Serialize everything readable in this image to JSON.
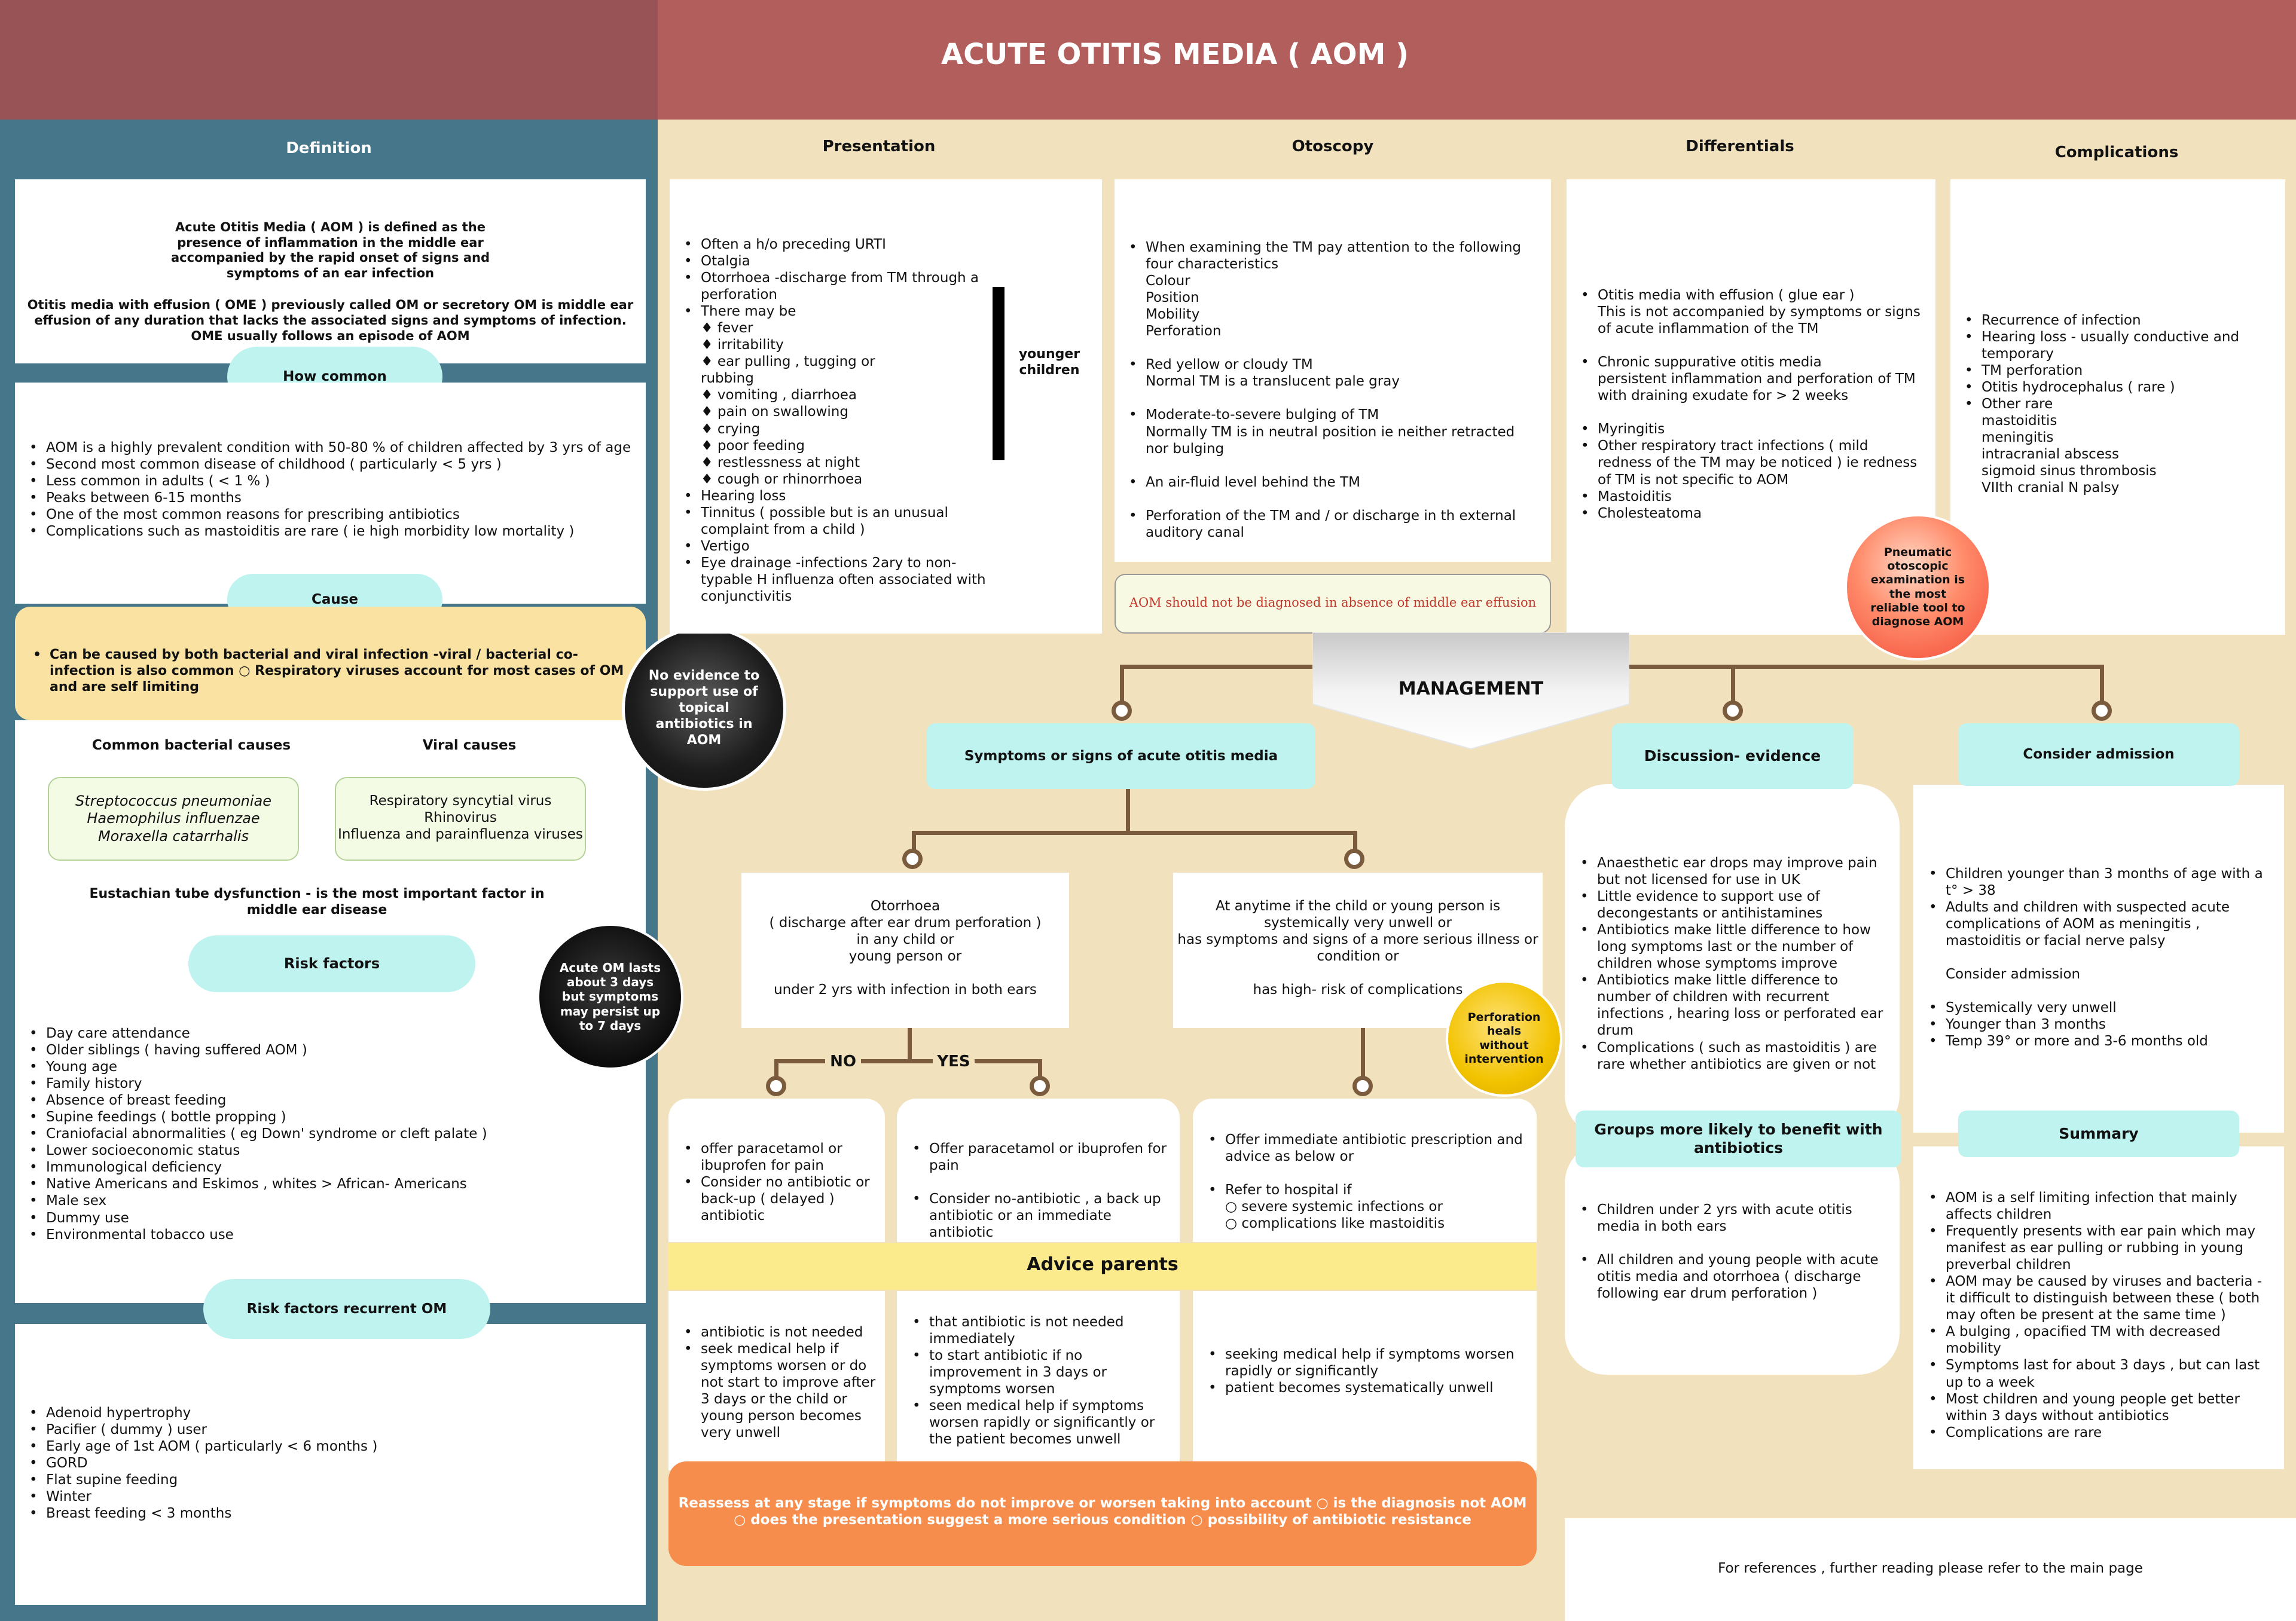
{
  "title": "ACUTE OTITIS MEDIA ( AOM )",
  "definition": {
    "heading": "Definition",
    "p1": "Acute Otitis Media ( AOM ) is defined as the presence of inflammation in the middle ear accompanied by the rapid onset of signs and symptoms of an ear infection",
    "p2": "Otitis media with effusion ( OME ) previously called OM or secretory OM is middle ear effusion of any duration that lacks the associated signs and symptoms of infection. OME usually follows an episode of AOM"
  },
  "how_common": {
    "heading": "How common",
    "items": [
      "AOM is a highly prevalent condition with 50-80 % of children affected by 3 yrs of age",
      "Second most common disease of childhood ( particularly < 5 yrs )",
      "Less common in adults ( < 1 % )",
      "Peaks between 6-15 months",
      "One of the most common reasons for prescribing antibiotics",
      "Complications such as mastoiditis are rare ( ie high morbidity low mortality )"
    ]
  },
  "cause": {
    "heading": "Cause",
    "text": "Can be caused by both bacterial and viral infection -viral / bacterial co-infection is also common  ○ Respiratory viruses account for most cases of OM and are self limiting",
    "bacterial_heading": "Common bacterial causes",
    "bacterial": [
      "Streptococcus pneumoniae",
      "Haemophilus influenzae",
      "Moraxella catarrhalis"
    ],
    "viral_heading": "Viral causes",
    "viral": [
      "Respiratory syncytial virus",
      "Rhinovirus",
      "Influenza and parainfluenza viruses"
    ],
    "eustachian": "Eustachian tube dysfunction - is the most important factor in middle ear disease"
  },
  "topical_circle": "No evidence to support use of topical antibiotics in AOM",
  "duration_circle": "Acute OM lasts about 3 days but symptoms may persist up to 7 days",
  "risk_factors": {
    "heading": "Risk factors",
    "items": [
      "Day care attendance",
      "Older siblings ( having suffered AOM )",
      "Young age",
      "Family history",
      "Absence of breast feeding",
      "Supine feedings ( bottle propping )",
      "Craniofacial abnormalities ( eg Down' syndrome or cleft palate )",
      "Lower socioeconomic status",
      "Immunological deficiency",
      "Native Americans and Eskimos , whites > African- Americans",
      "Male sex",
      "Dummy use",
      "Environmental tobacco use"
    ]
  },
  "risk_recurrent": {
    "heading": "Risk factors recurrent OM",
    "items": [
      "Adenoid hypertrophy",
      "Pacifier ( dummy ) user",
      "Early age of 1st AOM ( particularly < 6 months )",
      "GORD",
      "Flat supine feeding",
      "Winter",
      "Breast feeding < 3 months"
    ]
  },
  "presentation": {
    "heading": "Presentation",
    "items": [
      {
        "t": "Often a h/o preceding URTI",
        "k": "b"
      },
      {
        "t": "Otalgia",
        "k": "b"
      },
      {
        "t": "Otorrhoea -discharge from TM through a",
        "k": "b"
      },
      {
        "t": " perforation",
        "k": "n"
      },
      {
        "t": "There may be",
        "k": "b"
      },
      {
        "t": "♦ fever",
        "k": "n"
      },
      {
        "t": "♦ irritability",
        "k": "n"
      },
      {
        "t": "♦ ear pulling , tugging or",
        "k": "n"
      },
      {
        "t": " rubbing",
        "k": "n"
      },
      {
        "t": "♦ vomiting , diarrhoea",
        "k": "n"
      },
      {
        "t": "♦ pain on swallowing",
        "k": "n"
      },
      {
        "t": "♦ crying",
        "k": "n"
      },
      {
        "t": "♦ poor feeding",
        "k": "n"
      },
      {
        "t": "♦ restlessness at night",
        "k": "n"
      },
      {
        "t": "♦ cough or rhinorrhoea",
        "k": "n"
      },
      {
        "t": "Hearing loss",
        "k": "b"
      },
      {
        "t": "Tinnitus ( possible but is an unusual complaint from a child )",
        "k": "b"
      },
      {
        "t": "Vertigo",
        "k": "b"
      },
      {
        "t": "Eye drainage -infections 2ary to non-typable H influenza often associated with conjunctivitis",
        "k": "b"
      }
    ],
    "younger_label": "younger children"
  },
  "otoscopy": {
    "heading": "Otoscopy",
    "items": [
      {
        "t": "When examining the TM pay attention to the following four characteristics",
        "k": "b"
      },
      {
        "t": "Colour",
        "k": "n"
      },
      {
        "t": "Position",
        "k": "n"
      },
      {
        "t": "Mobility",
        "k": "n"
      },
      {
        "t": "Perforation",
        "k": "n"
      },
      {
        "t": "",
        "k": "s"
      },
      {
        "t": "Red yellow or cloudy TM",
        "k": "b"
      },
      {
        "t": "Normal TM is a translucent pale gray",
        "k": "n"
      },
      {
        "t": "",
        "k": "s"
      },
      {
        "t": "Moderate-to-severe bulging of TM",
        "k": "b"
      },
      {
        "t": "Normally TM is in neutral position ie neither retracted nor bulging",
        "k": "n"
      },
      {
        "t": "",
        "k": "s"
      },
      {
        "t": "An air-fluid level behind the TM",
        "k": "b"
      },
      {
        "t": "",
        "k": "s"
      },
      {
        "t": "Perforation of the TM and / or discharge in th external auditory canal",
        "k": "b"
      }
    ],
    "warning": "AOM should not be diagnosed in absence of middle ear effusion"
  },
  "differentials": {
    "heading": "Differentials",
    "items": [
      {
        "t": "Otitis media with effusion ( glue ear )",
        "k": "b"
      },
      {
        "t": "This is not accompanied by symptoms or signs of acute inflammation of the TM",
        "k": "n"
      },
      {
        "t": "",
        "k": "s"
      },
      {
        "t": "Chronic suppurative otitis media",
        "k": "b"
      },
      {
        "t": "persistent inflammation and perforation of TM with draining exudate for > 2 weeks",
        "k": "n"
      },
      {
        "t": "",
        "k": "s"
      },
      {
        "t": "Myringitis",
        "k": "b"
      },
      {
        "t": "Other respiratory tract infections ( mild redness of the TM may be noticed ) ie redness of TM is not specific to AOM",
        "k": "b"
      },
      {
        "t": "Mastoiditis",
        "k": "b"
      },
      {
        "t": "Cholesteatoma",
        "k": "b"
      }
    ]
  },
  "complications": {
    "heading": "Complications",
    "items": [
      {
        "t": "Recurrence of infection",
        "k": "b"
      },
      {
        "t": "Hearing loss - usually conductive  and temporary",
        "k": "b"
      },
      {
        "t": "TM perforation",
        "k": "b"
      },
      {
        "t": "Otitis hydrocephalus ( rare )",
        "k": "b"
      },
      {
        "t": "Other rare",
        "k": "b"
      },
      {
        "t": "mastoiditis",
        "k": "n"
      },
      {
        "t": "meningitis",
        "k": "n"
      },
      {
        "t": "intracranial abscess",
        "k": "n"
      },
      {
        "t": "sigmoid sinus thrombosis",
        "k": "n"
      },
      {
        "t": "VIIth cranial N palsy",
        "k": "n"
      }
    ]
  },
  "pneumatic_circle": "Pneumatic otoscopic examination is the most reliable tool to diagnose AOM",
  "management": {
    "heading": "MANAGEMENT",
    "symptoms_heading": "Symptoms or signs of acute otitis media",
    "otorrhoea_box": "Otorrhoea\n( discharge after ear drum perforation )\nin any child or\nyoung person or\n\nunder 2 yrs with infection in both ears",
    "unwell_box": "At anytime if the child or young person is systemically very unwell or\nhas symptoms and signs of a more serious illness or condition or\n\nhas high- risk of complications",
    "no_label": "NO",
    "yes_label": "YES",
    "perforation_circle": "Perforation heals without intervention",
    "no_items": [
      {
        "t": "offer paracetamol or ibuprofen for pain",
        "k": "b"
      },
      {
        "t": "Consider no antibiotic or back-up ( delayed ) antibiotic",
        "k": "b"
      }
    ],
    "yes_items": [
      {
        "t": "Offer paracetamol or ibuprofen for pain",
        "k": "b"
      },
      {
        "t": "",
        "k": "s"
      },
      {
        "t": "Consider no-antibiotic , a back up antibiotic or an immediate antibiotic",
        "k": "b"
      }
    ],
    "immediate_items": [
      {
        "t": "Offer immediate antibiotic prescription and advice as below or",
        "k": "b"
      },
      {
        "t": "",
        "k": "s"
      },
      {
        "t": "Refer to hospital if",
        "k": "b"
      },
      {
        "t": "○ severe systemic infections or",
        "k": "n"
      },
      {
        "t": "○ complications like mastoiditis",
        "k": "n"
      }
    ],
    "advice_heading": "Advice parents",
    "advice_no": [
      {
        "t": "antibiotic is not needed",
        "k": "b"
      },
      {
        "t": "seek medical help if symptoms worsen or do not start to improve after 3 days or the child or young person becomes very unwell",
        "k": "b"
      }
    ],
    "advice_yes": [
      {
        "t": "that antibiotic is not needed immediately",
        "k": "b"
      },
      {
        "t": "to start antibiotic if no improvement in 3 days or symptoms worsen",
        "k": "b"
      },
      {
        "t": "seen medical help if symptoms worsen rapidly or significantly or the patient becomes unwell",
        "k": "b"
      }
    ],
    "advice_immediate": [
      {
        "t": "seeking medical help if symptoms worsen rapidly or significantly",
        "k": "b"
      },
      {
        "t": "patient becomes systematically unwell",
        "k": "b"
      }
    ],
    "reassess": "Reassess at any stage if symptoms do not improve or worsen taking into account ○ is the diagnosis not AOM\n○ does the presentation suggest a more serious condition  ○ possibility of antibiotic resistance"
  },
  "discussion": {
    "heading": "Discussion- evidence",
    "items": [
      "Anaesthetic ear drops may improve pain but not licensed for use in UK",
      "Little evidence to support use of decongestants or antihistamines",
      "Antibiotics make little difference to how long symptoms last or the number of children whose symptoms improve",
      "Antibiotics make little difference to number of children with recurrent infections , hearing loss or perforated ear drum",
      "Complications ( such as mastoiditis ) are rare whether antibiotics are given or not"
    ]
  },
  "groups": {
    "heading": "Groups more likely to benefit with antibiotics",
    "items": [
      {
        "t": "Children under 2 yrs with acute otitis media in both ears",
        "k": "b"
      },
      {
        "t": "",
        "k": "s"
      },
      {
        "t": "All children and young people with acute otitis media and otorrhoea ( discharge following ear drum perforation )",
        "k": "b"
      }
    ]
  },
  "admission": {
    "heading": "Consider admission",
    "items": [
      {
        "t": "Children younger than 3 months of age with a t° > 38",
        "k": "b"
      },
      {
        "t": "Adults and children with suspected acute complications of AOM as meningitis , mastoiditis or facial nerve palsy",
        "k": "b"
      },
      {
        "t": "",
        "k": "s"
      },
      {
        "t": "Consider admission",
        "k": "n"
      },
      {
        "t": "",
        "k": "s"
      },
      {
        "t": "Systemically very unwell",
        "k": "b"
      },
      {
        "t": "Younger than 3 months",
        "k": "b"
      },
      {
        "t": "Temp 39° or more and 3-6 months old",
        "k": "b"
      }
    ]
  },
  "summary": {
    "heading": "Summary",
    "items": [
      "AOM is a self limiting infection that mainly affects children",
      "Frequently presents with ear pain which may manifest as ear pulling or rubbing in young preverbal children",
      "AOM may be caused by viruses and bacteria - it difficult to distinguish between these ( both may often be present at the same time )",
      "A bulging , opacified TM with decreased mobility",
      "Symptoms last for about 3 days , but can last up to a week",
      "Most children and young people get better within 3 days without antibiotics",
      "Complications are rare"
    ]
  },
  "references": "For references , further reading please refer to the main page"
}
